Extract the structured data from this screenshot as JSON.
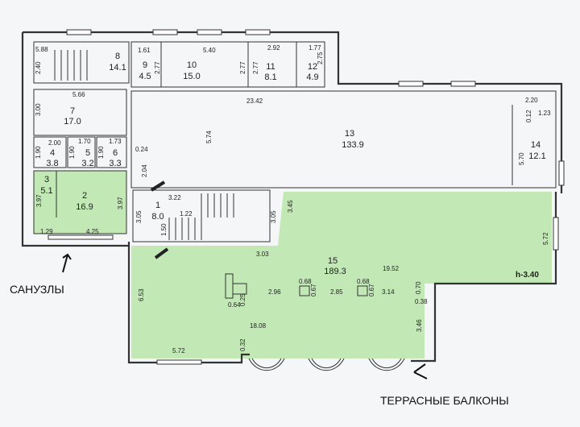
{
  "colors": {
    "highlight": "#b9e6a9",
    "walls": "#333333"
  },
  "rooms": [
    {
      "no": "1",
      "area": "8.0"
    },
    {
      "no": "2",
      "area": "16.9"
    },
    {
      "no": "3",
      "area": "5.1"
    },
    {
      "no": "4",
      "area": "3.8"
    },
    {
      "no": "5",
      "area": "3.2"
    },
    {
      "no": "6",
      "area": "3.3"
    },
    {
      "no": "7",
      "area": "17.0"
    },
    {
      "no": "8",
      "area": "14.1"
    },
    {
      "no": "9",
      "area": "4.5"
    },
    {
      "no": "10",
      "area": "15.0"
    },
    {
      "no": "11",
      "area": "8.1"
    },
    {
      "no": "12",
      "area": "4.9"
    },
    {
      "no": "13",
      "area": "133.9"
    },
    {
      "no": "14",
      "area": "12.1"
    },
    {
      "no": "15",
      "area": "189.3"
    }
  ],
  "dims": [
    "5.88",
    "2.40",
    "1.61",
    "5.40",
    "2.92",
    "1.77",
    "2.77",
    "2.77",
    "2.77",
    "2.75",
    "23.42",
    "5.66",
    "3.00",
    "5.74",
    "0.24",
    "2.04",
    "2.00",
    "1.70",
    "1.73",
    "1.90",
    "1.90",
    "1.90",
    "2.20",
    "0.12",
    "1.23",
    "5.70",
    "3.97",
    "3.97",
    "1.29",
    "4.25",
    "3.05",
    "3.22",
    "1.22",
    "1.50",
    "3.05",
    "3.45",
    "3.03",
    "19.52",
    "6.53",
    "2.96",
    "0.68",
    "0.67",
    "2.85",
    "0.68",
    "0.67",
    "3.14",
    "0.70",
    "0.38",
    "18.08",
    "3.46",
    "5.72",
    "0.32",
    "0.64",
    "0.25",
    "5.72"
  ],
  "height_label": "h-3.40",
  "annotations": {
    "restrooms": "САНУЗЛЫ",
    "terrace": "ТЕРРАСНЫЕ БАЛКОНЫ"
  }
}
